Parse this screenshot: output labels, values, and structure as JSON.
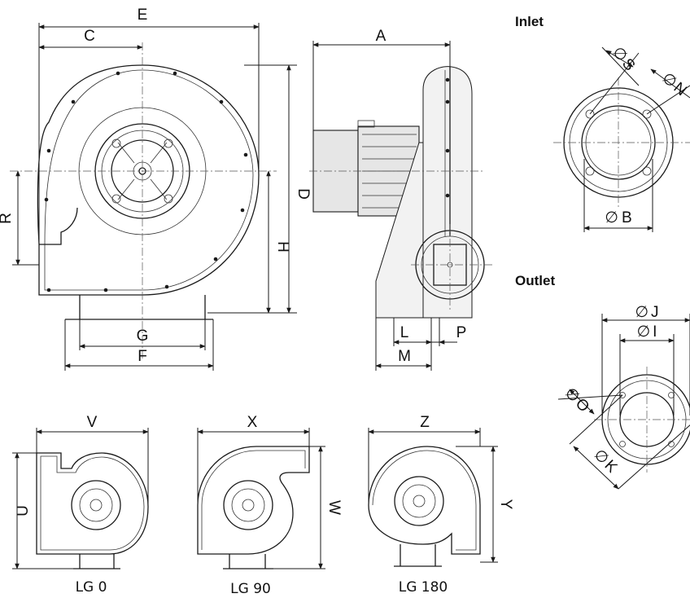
{
  "sections": {
    "inlet": "Inlet",
    "outlet": "Outlet"
  },
  "dimensions": {
    "A": "A",
    "B": "B",
    "C": "C",
    "D": "D",
    "E": "E",
    "F": "F",
    "G": "G",
    "H": "H",
    "I": "I",
    "J": "J",
    "K": "K",
    "L": "L",
    "M": "M",
    "N": "N",
    "O": "O",
    "P": "P",
    "R": "R",
    "S": "S",
    "U": "U",
    "V": "V",
    "W": "W",
    "X": "X",
    "Y": "Y",
    "Z": "Z"
  },
  "diameter_symbol": "∅",
  "orientations": [
    {
      "label": "LG 0"
    },
    {
      "label": "LG 90"
    },
    {
      "label": "LG 180"
    }
  ],
  "colors": {
    "line": "#1a1a1a",
    "fill_grey": "#e6e6e6"
  }
}
